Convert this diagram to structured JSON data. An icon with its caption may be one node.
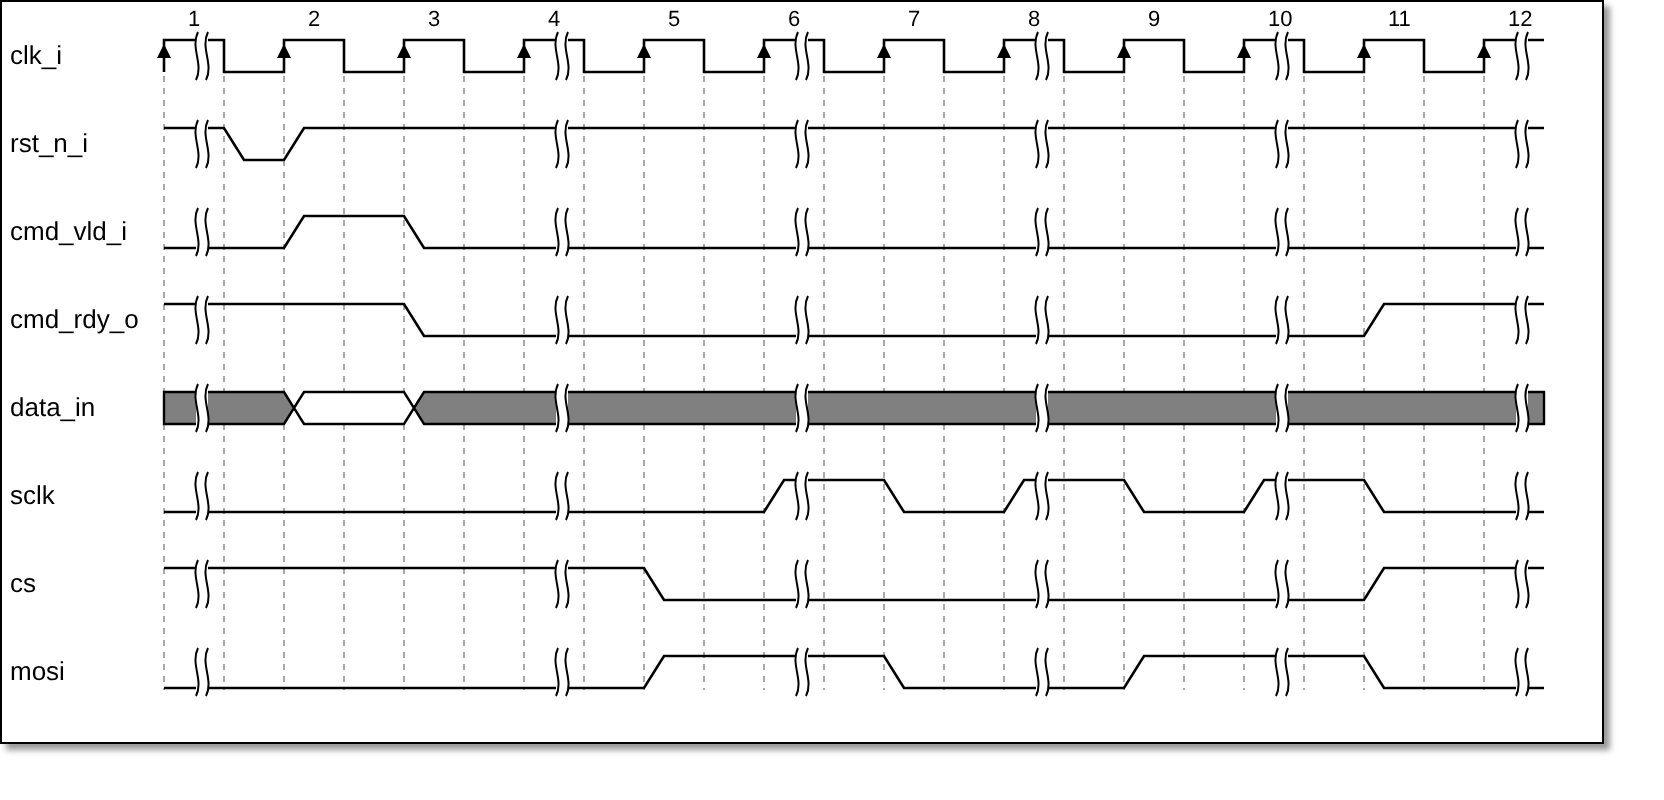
{
  "diagram": {
    "labels": [
      "1",
      "2",
      "3",
      "4",
      "5",
      "6",
      "7",
      "8",
      "9",
      "10",
      "11",
      "12",
      "clk_i",
      "rst_n_i",
      "cmd_vld_i",
      "cmd_rdy_o",
      "data_in",
      "sclk",
      "cs",
      "mosi"
    ]
  }
}
